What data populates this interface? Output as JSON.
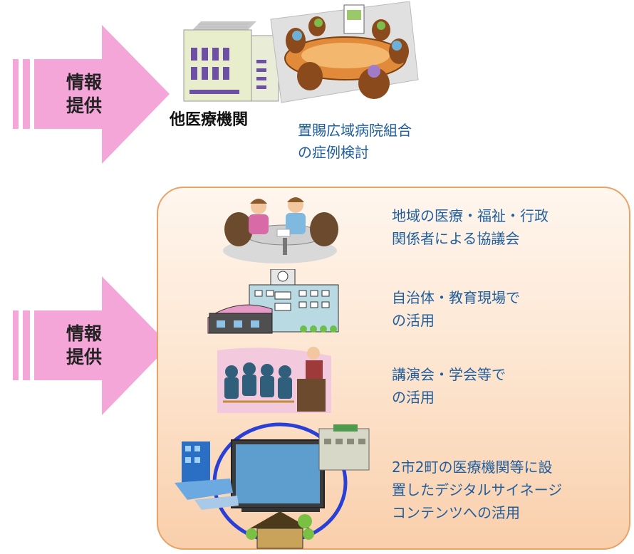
{
  "arrows": [
    {
      "label_line1": "情報",
      "label_line2": "提供"
    },
    {
      "label_line1": "情報",
      "label_line2": "提供"
    }
  ],
  "top_section": {
    "institution_label": "他医療機関",
    "case_review_line1": "置賜広域病院組合",
    "case_review_line2": "の症例検討"
  },
  "panel_items": [
    {
      "line1": "地域の医療・福祉・行政",
      "line2": "関係者による協議会",
      "icon": "meeting-icon"
    },
    {
      "line1": "自治体・教育現場で",
      "line2": "の活用",
      "icon": "school-building-icon"
    },
    {
      "line1": "講演会・学会等で",
      "line2": "の活用",
      "icon": "lecture-icon"
    },
    {
      "line1": "2市2町の医療機関等に設",
      "line2": "置したデジタルサイネージ",
      "line3": "コンテンツへの活用",
      "icon": "digital-signage-icon"
    }
  ],
  "colors": {
    "arrow": "#f4a6d8",
    "panel_border": "#e8a468",
    "text_blue": "#1f5e9e"
  }
}
